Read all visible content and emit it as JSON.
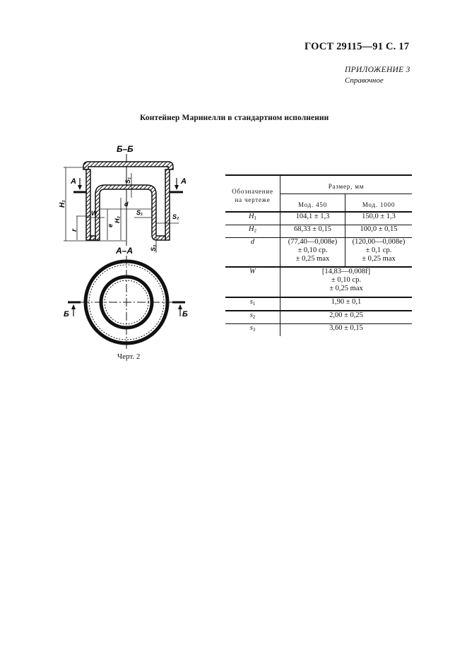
{
  "header": {
    "doc_ref": "ГОСТ 29115—91 С. 17",
    "appendix_label": "ПРИЛОЖЕНИЕ 3",
    "appendix_status": "Справочное"
  },
  "title": "Контейнер Маринелли в стандартном исполнении",
  "drawing": {
    "section_bb_label": "Б–Б",
    "section_aa_label": "А–А",
    "cut_mark_a": "А",
    "cut_mark_b": "Б",
    "dim_labels": [
      "H1",
      "H2",
      "d",
      "W",
      "r",
      "e",
      "S1",
      "S2",
      "S3",
      "S1"
    ],
    "caption": "Черт. 2"
  },
  "table": {
    "col_designation": "Обозначение на чертеже",
    "col_designation_l1": "Обозначение",
    "col_designation_l2": "на чертеже",
    "col_size": "Размер, мм",
    "col_mod450": "Мод. 450",
    "col_mod1000": "Мод. 1000",
    "rows": [
      {
        "sym": "H",
        "sub": "1",
        "mod450": "104,1 ± 1,3",
        "mod1000": "150,0 ± 1,3"
      },
      {
        "sym": "H",
        "sub": "2",
        "mod450": "68,33 ± 0,15",
        "mod1000": "100,0 ± 0,15"
      },
      {
        "sym": "d",
        "sub": "",
        "mod450_l1": "(77,40—0,008e)",
        "mod450_l2": "± 0,10 ср.",
        "mod450_l3": "± 0,25 max",
        "mod1000_l1": "(120,00—0,008e)",
        "mod1000_l2": "± 0,1 ср.",
        "mod1000_l3": "± 0,25 max"
      },
      {
        "sym": "W",
        "sub": "",
        "both_l1": "[14,83—0,008f]",
        "both_l2": "± 0,10 ср.",
        "both_l3": "± 0,25 max"
      },
      {
        "sym": "s",
        "sub": "1",
        "both": "1,90 ± 0,1"
      },
      {
        "sym": "s",
        "sub": "2",
        "both": "2,00 ± 0,25"
      },
      {
        "sym": "s",
        "sub": "3",
        "both": "3,60 ± 0,15"
      }
    ]
  }
}
